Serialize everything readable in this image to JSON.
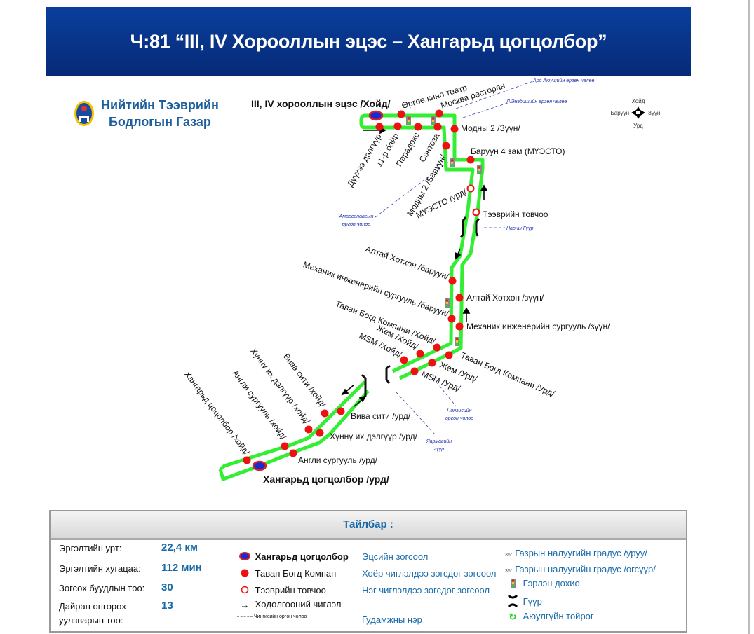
{
  "title": "Ч:81 “III, IV Хорооллын эцэс – Хангарьд цогцолбор”",
  "org": {
    "line1": "Нийтийн Тээврийн",
    "line2": "Бодлогын Газар"
  },
  "compass": {
    "north": "Хойд",
    "south": "Урд",
    "west": "Баруун",
    "east": "Зүүн"
  },
  "terminals": {
    "start": "III, IV хорооллын эцэс /Хойд/",
    "end": "Хангарьд цогцолбор /урд/"
  },
  "stops": {
    "duukhee": "Дүүхээ дэлгүүр",
    "bair11": "11-р байр",
    "paradoks": "Парадокс",
    "sentoza": "Сэнтоза",
    "urgoo": "Өргөө кино театр",
    "moskva": "Москва ресторан",
    "modny2_east": "Модны 2 /Зүүн/",
    "modny2_west": "Модны 2 /Баруун/",
    "baruun4": "Баруун 4 зам (МҮЭСТО)",
    "muesto": "МҮЭСТО /урд/",
    "tovchoo": "Тээврийн товчоо",
    "altai_w": "Алтай Хотхон /баруун/",
    "altai_e": "Алтай Хотхон /зүүн/",
    "mech_w": "Механик инженерийн сургууль /баруун/",
    "mech_e": "Механик инженерийн сургууль /зүүн/",
    "tavan_n": "Таван Богд Компани /Хойд/",
    "tavan_s": "Таван Богд Компани /Урд/",
    "zhem_n": "Жем /Хойд/",
    "zhem_s": "Жем /Урд/",
    "msm_n": "MSM /Хойд/",
    "msm_s": "MSM /Урд/",
    "viva_n": "Вива сити /хойд/",
    "viva_s": "Вива сити /урд/",
    "khunnu_n": "Хүннү их дэлгүүр /хойд/",
    "khunnu_s": "Хүннү их дэлгүүр /урд/",
    "angli_n": "Англи сургууль /хойд/",
    "angli_s": "Англи сургууль /урд/",
    "khangarid_n": "Хангарьд цоцолбор /хойд/"
  },
  "streets": {
    "ard": "Ард Аюушийн өргөн чөлөө",
    "enebish": "Л.Энэбишийн өргөн чөлөө",
    "amarsanaa1": "Амарсанаагын",
    "amarsanaa2": "өргөн чөлөө",
    "narny": "Нарны Гүүр",
    "chingis1": "Чингисийн",
    "chingis2": "өргөн чөлөө",
    "yarmag1": "Яармагийн",
    "yarmag2": "гүүр"
  },
  "legend": {
    "title": "Тайлбар :",
    "stats": [
      {
        "label": "Эргэлтийн урт:",
        "value": "22,4 км"
      },
      {
        "label": "Эргэлтийн хугацаа:",
        "value": "112 мин"
      },
      {
        "label": "Зогсох буудлын тоо:",
        "value": "30"
      },
      {
        "label": "Дайран өнгөрөх уулзварын тоо:",
        "value": "13"
      }
    ],
    "symbols": [
      "Хангарьд цогцолбор",
      "Таван Богд Компан",
      "Тээврийн товчоо",
      "Хөдөлгөөний чиглэл",
      "Чингисийн өргөн чөлөө"
    ],
    "meanings": [
      "Эцсийн зогсоол",
      "Хоёр чиглэлдээ зогсдог зогсоол",
      "Нэг чиглэлдээ зогсдог зогсоол",
      "Гудамжны нэр"
    ],
    "right": [
      "Газрын налуугийн градус /уруу/",
      "Газрын налуугийн градус /өгсүүр/",
      "Гэрлэн дохио",
      "Гүүр",
      "Аюулгүйн тойрог"
    ],
    "degree": "35°"
  },
  "colors": {
    "route": "#33ee33",
    "stop": "#ee1111",
    "header": "#0a3f9c",
    "legend_text": "#1a6aa8"
  }
}
